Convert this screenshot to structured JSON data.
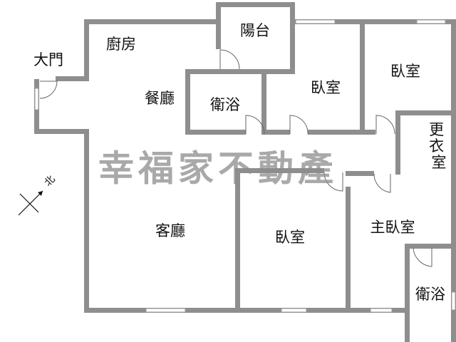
{
  "rooms": {
    "main_door": "大門",
    "kitchen": "廚房",
    "dining": "餐廳",
    "balcony": "陽台",
    "bath_1": "衛浴",
    "bedroom_1": "臥室",
    "bedroom_2": "臥室",
    "living": "客廳",
    "bedroom_3": "臥室",
    "master_bedroom": "主臥室",
    "walk_in_closet": "更衣室",
    "bath_2": "衛浴"
  },
  "compass": {
    "north": "北"
  },
  "watermark": "幸福家不動產"
}
